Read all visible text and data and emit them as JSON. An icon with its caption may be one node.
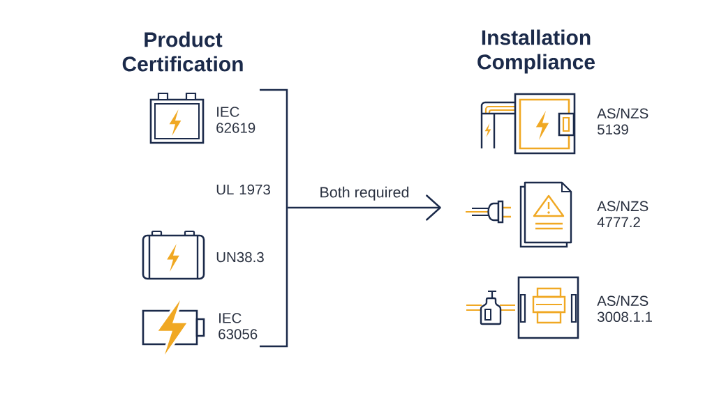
{
  "diagram": {
    "nodes": [
      {
        "text": [
          "Product Certification"
        ]
      },
      {
        "text": [
          "IEC 62619"
        ],
        "in": 0
      },
      {
        "text": [
          "UL 1973"
        ],
        "in": 0
      },
      {
        "text": [
          "UN38.3"
        ],
        "in": 0
      },
      {
        "text": [
          "IEC 63056"
        ],
        "in": 0
      },
      {
        "text": [
          "Installation Compliance"
        ]
      },
      {
        "text": [
          "AS/NZS 5139"
        ],
        "in": 5
      },
      {
        "text": [
          "AS/NZS 4777.2"
        ],
        "in": 5
      },
      {
        "text": [
          "AS/NZS 3008.1.1"
        ],
        "in": 5
      }
    ],
    "edges": [
      {
        "from": 0,
        "to": 5,
        "arrow": "to",
        "label": "Both required"
      }
    ]
  }
}
